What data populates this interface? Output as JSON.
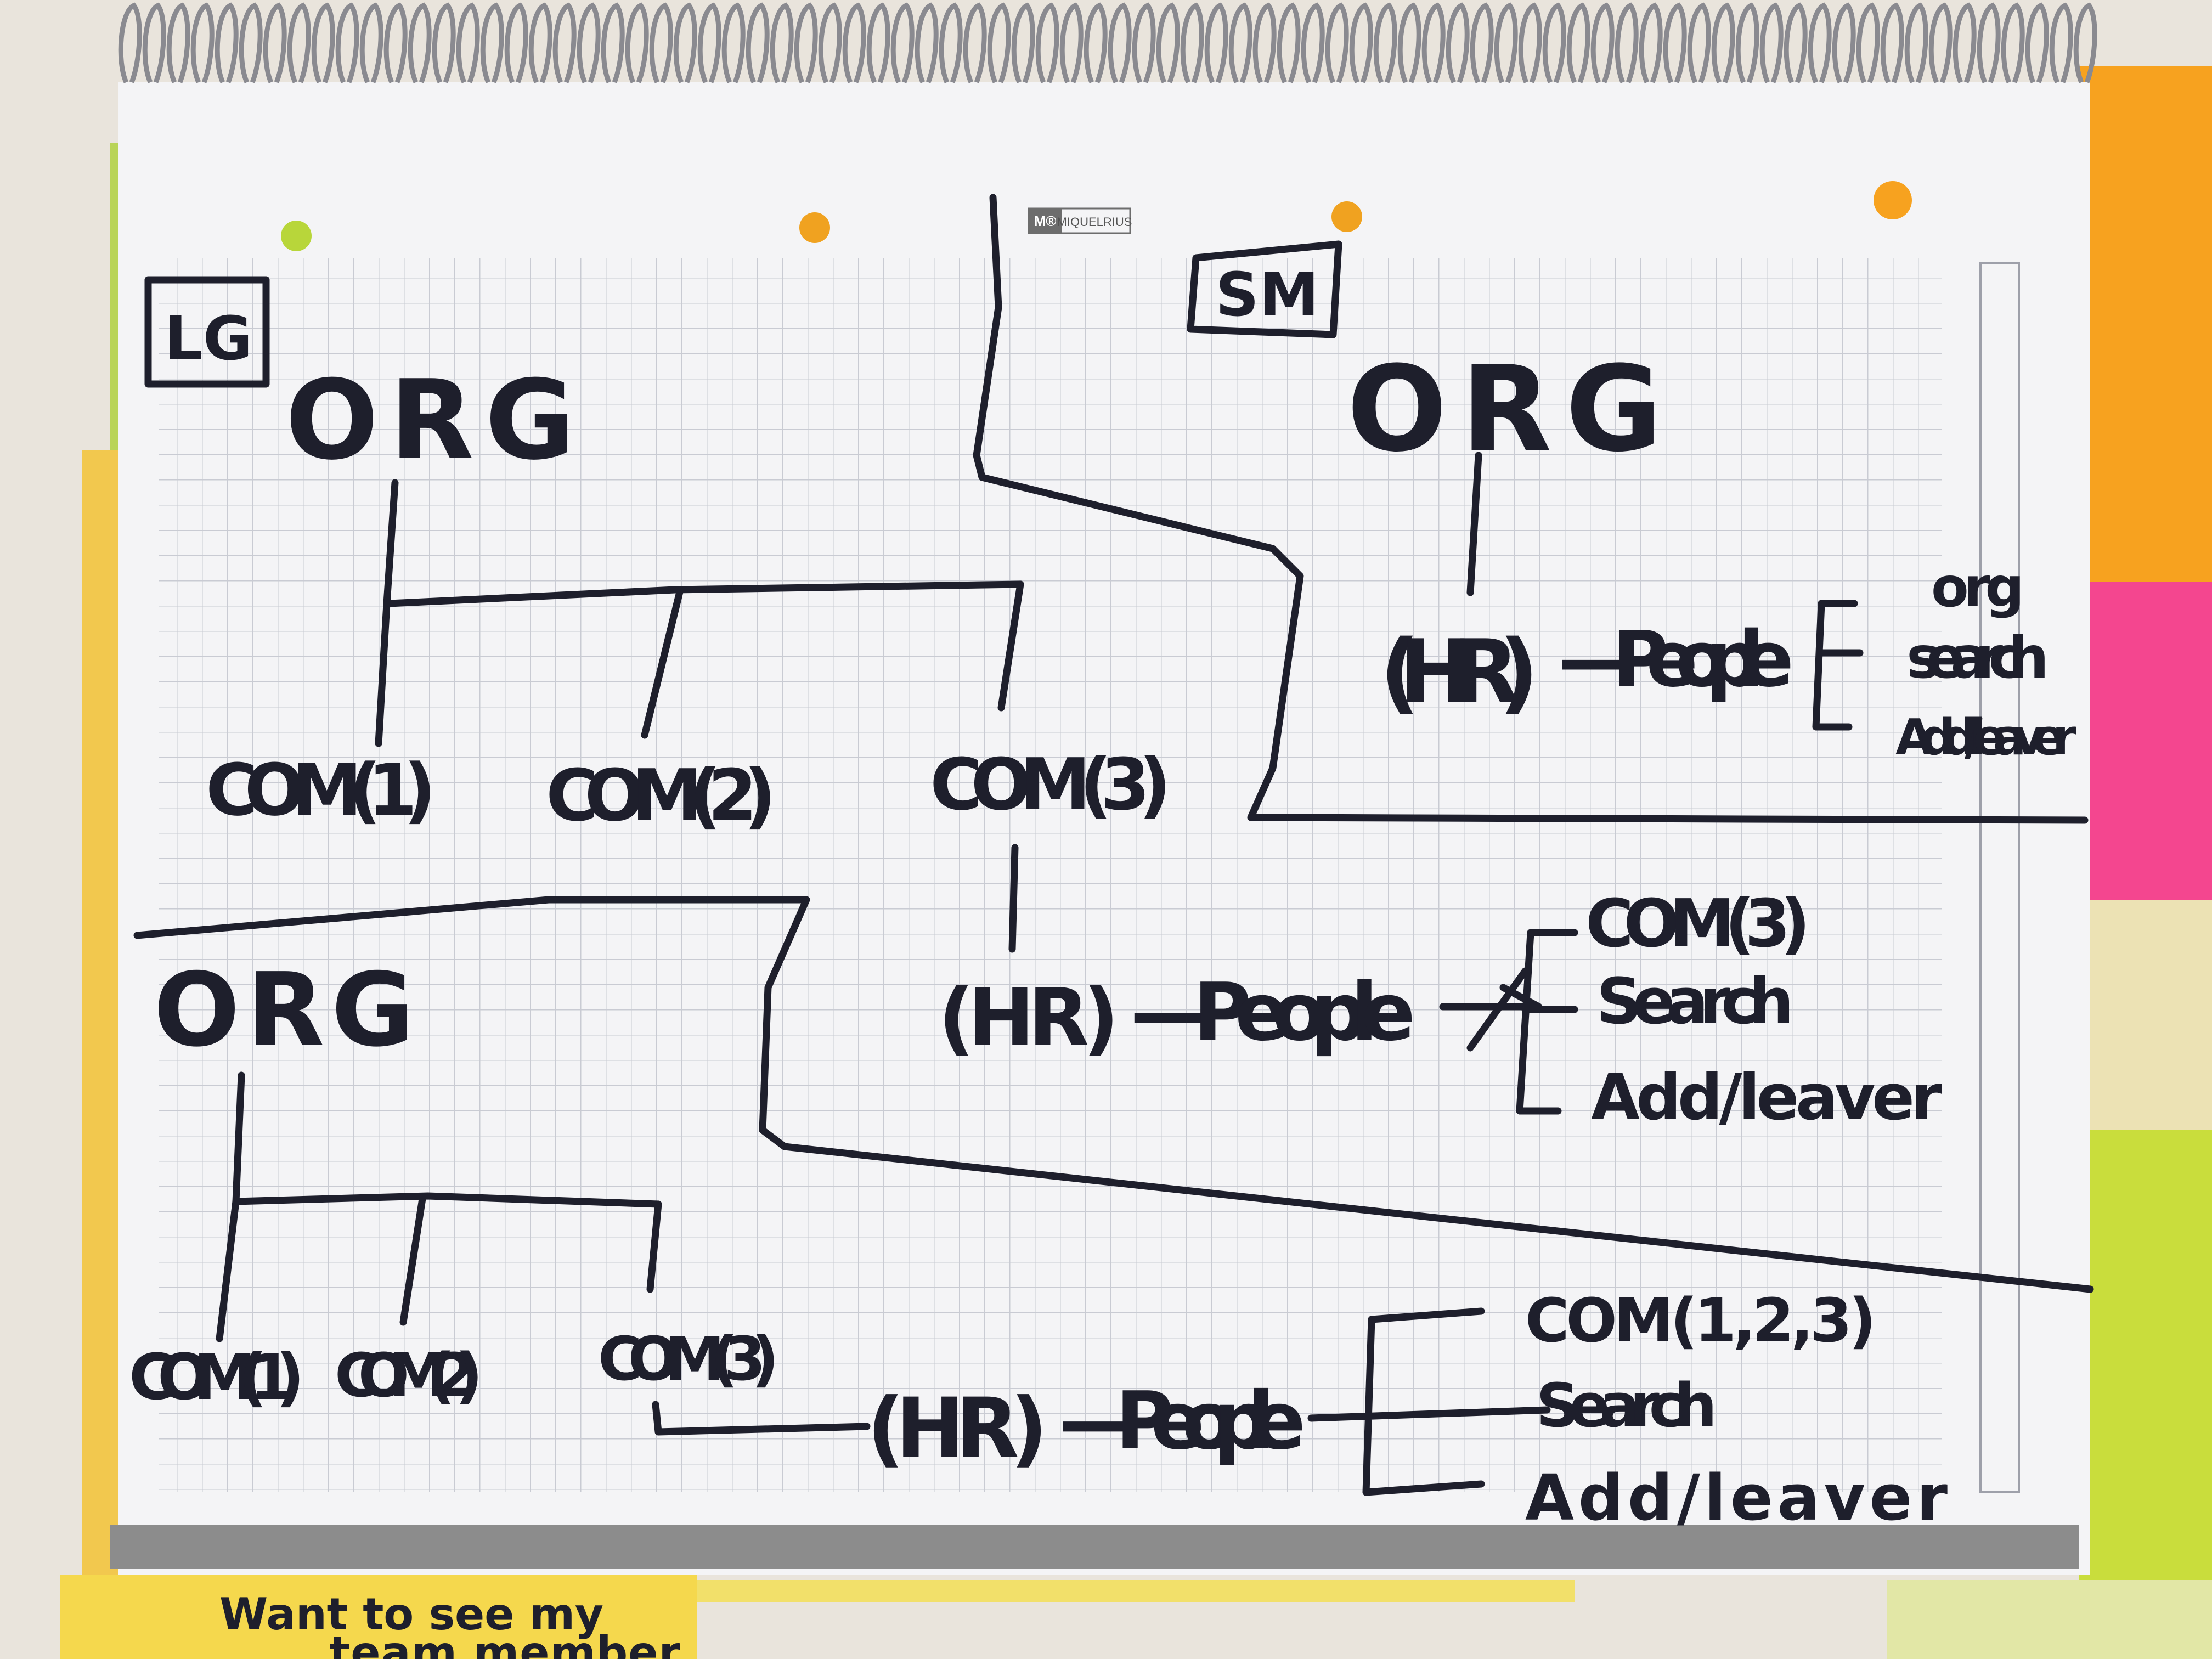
{
  "notebook": {
    "brand_badge": "M®",
    "brand_name": "MIQUELRIUS"
  },
  "sections": {
    "lg": {
      "tag": "LG",
      "org": "ORG",
      "com1": "COM(1)",
      "com2": "COM(2)",
      "com3": "COM(3)",
      "hr": "(HR)",
      "people": "—People",
      "options": [
        "COM(3)",
        "Search",
        "Add/leaver"
      ]
    },
    "sm": {
      "tag": "SM",
      "org": "ORG",
      "hr": "(HR)",
      "people": "—People",
      "options": [
        "org",
        "search",
        "Add/leaver"
      ]
    },
    "bottom": {
      "org": "ORG",
      "com1": "COM(1)",
      "com2": "COM(2)",
      "com3": "COM(3)",
      "hr": "(HR)",
      "people": "—People",
      "options": [
        "COM(1,2,3)",
        "Search",
        "Add/leaver"
      ]
    }
  },
  "sticky_note": {
    "line1": "Want to see my",
    "line2": "team member"
  },
  "colors": {
    "ink": "#1e1f2c",
    "paper": "#f4f4f6",
    "grid": "#c9cbd3",
    "orange_tab": "#f7a21f",
    "pink_tab": "#f4468f",
    "green_tab": "#c9dd3c",
    "yellow_note": "#f5d84d"
  }
}
